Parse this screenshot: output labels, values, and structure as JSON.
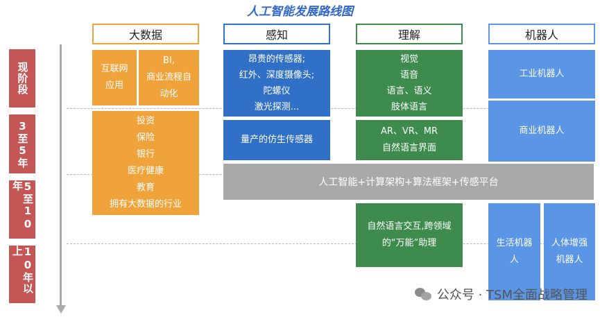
{
  "title": "人工智能发展路线图",
  "columns": [
    "大数据",
    "感知",
    "理解",
    "机器人"
  ],
  "column_colors": [
    "#f0a33a",
    "#3170c7",
    "#3d8c4e",
    "#5a95e6"
  ],
  "rows": [
    "现阶段",
    "3至5年",
    "5至10年",
    "10年以上"
  ],
  "big_data": {
    "internet": [
      "互联网",
      "应用"
    ],
    "bi": [
      "BI,",
      "商业流程自",
      "动化"
    ],
    "industries": [
      "投资",
      "保险",
      "银行",
      "医疗健康",
      "教育",
      "拥有大数据的行业"
    ]
  },
  "perception": {
    "sensors": [
      "昂贵的传感器;",
      "红外、深度摄像头;",
      "陀螺仪",
      "激光探测..."
    ],
    "bionic": "量产的仿生传感器"
  },
  "understanding": {
    "basic": [
      "视觉",
      "语音",
      "语言、语义",
      "肢体语言"
    ],
    "xr": [
      "AR、VR、MR",
      "自然语言界面"
    ],
    "nl": [
      "自然语言交互,跨领域",
      "的“万能”助理"
    ]
  },
  "robots": {
    "industrial": "工业机器人",
    "commercial": "商业机器人",
    "life": [
      "生活机器",
      "人"
    ],
    "augment": [
      "人体增强",
      "机器人"
    ]
  },
  "band": "人工智能+计算架构+算法框架+传感平台",
  "watermark": "公众号 · TSM全面战略管理"
}
